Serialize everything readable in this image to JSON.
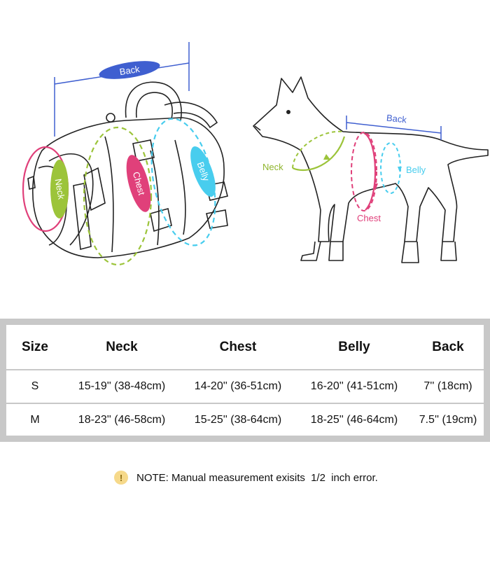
{
  "diagram": {
    "harness_labels": {
      "back": "Back",
      "neck": "Neck",
      "chest": "Chest",
      "belly": "Belly"
    },
    "dog_labels": {
      "back": "Back",
      "neck": "Neck",
      "chest": "Chest",
      "belly": "Belly"
    },
    "colors": {
      "back": "#3f5fd0",
      "neck": "#e0407a",
      "chest": "#e0407a",
      "neck_green": "#9cc43a",
      "belly": "#48cdee"
    }
  },
  "table": {
    "headers": [
      "Size",
      "Neck",
      "Chest",
      "Belly",
      "Back"
    ],
    "rows": [
      [
        "S",
        "15-19'' (38-48cm)",
        "14-20'' (36-51cm)",
        "16-20'' (41-51cm)",
        "7'' (18cm)"
      ],
      [
        "M",
        "18-23'' (46-58cm)",
        "15-25'' (38-64cm)",
        "18-25'' (46-64cm)",
        "7.5'' (19cm)"
      ]
    ]
  },
  "note": {
    "icon": "warning-icon",
    "icon_glyph": "!",
    "prefix": "NOTE: Manual measurement exisits",
    "fraction": "1/2",
    "suffix": "inch error."
  }
}
